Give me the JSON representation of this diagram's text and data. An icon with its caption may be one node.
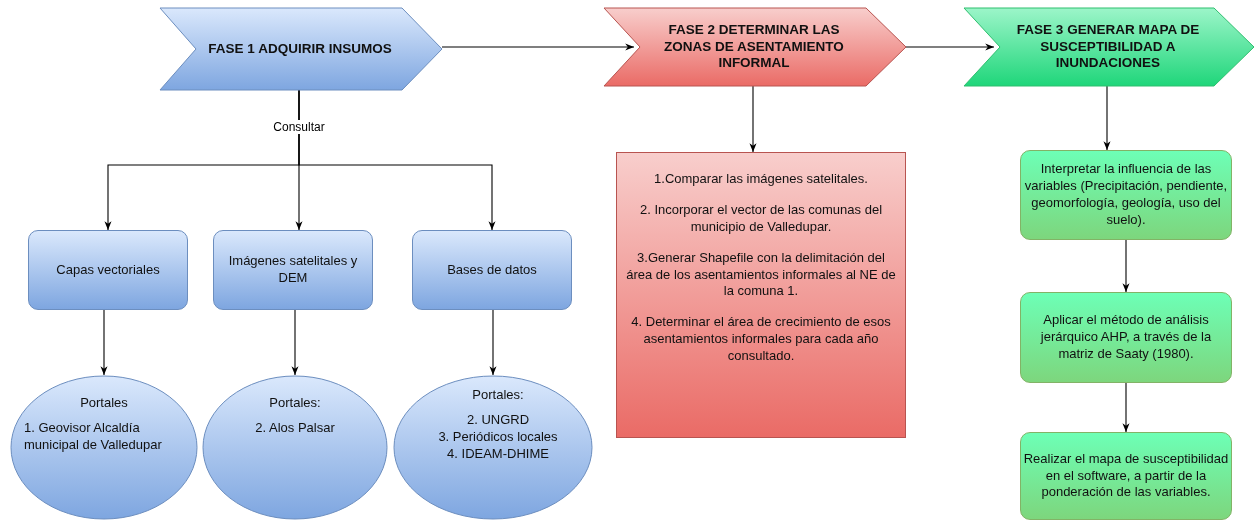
{
  "diagram": {
    "nodes": [
      {
        "text": [
          "FASE 1 ADQUIRIR INSUMOS"
        ]
      },
      {
        "text": [
          "FASE 2 DETERMINAR LAS ZONAS DE ASENTAMIENTO INFORMAL"
        ]
      },
      {
        "text": [
          "FASE 3 GENERAR MAPA DE SUSCEPTIBILIDAD A INUNDACIONES"
        ]
      },
      {
        "text": [
          "Capas vectoriales"
        ]
      },
      {
        "text": [
          "Imágenes satelitales y DEM"
        ]
      },
      {
        "text": [
          "Bases de datos"
        ]
      },
      {
        "text": [
          "Portales",
          "1. Geovisor Alcaldía municipal de Valledupar"
        ]
      },
      {
        "text": [
          "Portales:",
          "2. Alos Palsar"
        ]
      },
      {
        "text": [
          "Portales:",
          "2. UNGRD",
          "3. Periódicos locales",
          "4. IDEAM-DHIME"
        ]
      },
      {
        "text": [
          "1.Comparar las imágenes satelitales.",
          "2. Incorporar el vector de las comunas del municipio de Valledupar.",
          "3.Generar Shapefile con la delimitación del área de los asentamientos informales al NE de la comuna 1.",
          "4. Determinar el área de crecimiento de esos asentamientos informales para cada año consultado."
        ]
      },
      {
        "text": [
          "Interpretar la influencia de las variables (Precipitación, pendiente, geomorfología, geología, uso del suelo)."
        ]
      },
      {
        "text": [
          "Aplicar el método de análisis jerárquico AHP, a través de la matriz de Saaty (1980)."
        ]
      },
      {
        "text": [
          "Realizar el mapa de susceptibilidad en el software, a partir de la ponderación de las variables."
        ]
      }
    ],
    "edges": [
      {
        "from": 0,
        "to": 1,
        "arrow": "to"
      },
      {
        "from": 1,
        "to": 2,
        "arrow": "to"
      },
      {
        "from": 0,
        "to": 3,
        "arrow": "to"
      },
      {
        "from": 0,
        "to": 4,
        "arrow": "to",
        "label": "Consultar"
      },
      {
        "from": 0,
        "to": 5,
        "arrow": "to"
      },
      {
        "from": 3,
        "to": 6,
        "arrow": "to"
      },
      {
        "from": 4,
        "to": 7,
        "arrow": "to"
      },
      {
        "from": 5,
        "to": 8,
        "arrow": "to"
      },
      {
        "from": 1,
        "to": 9,
        "arrow": "to"
      },
      {
        "from": 2,
        "to": 10,
        "arrow": "to"
      },
      {
        "from": 10,
        "to": 11,
        "arrow": "to"
      },
      {
        "from": 11,
        "to": 12,
        "arrow": "to"
      }
    ]
  }
}
